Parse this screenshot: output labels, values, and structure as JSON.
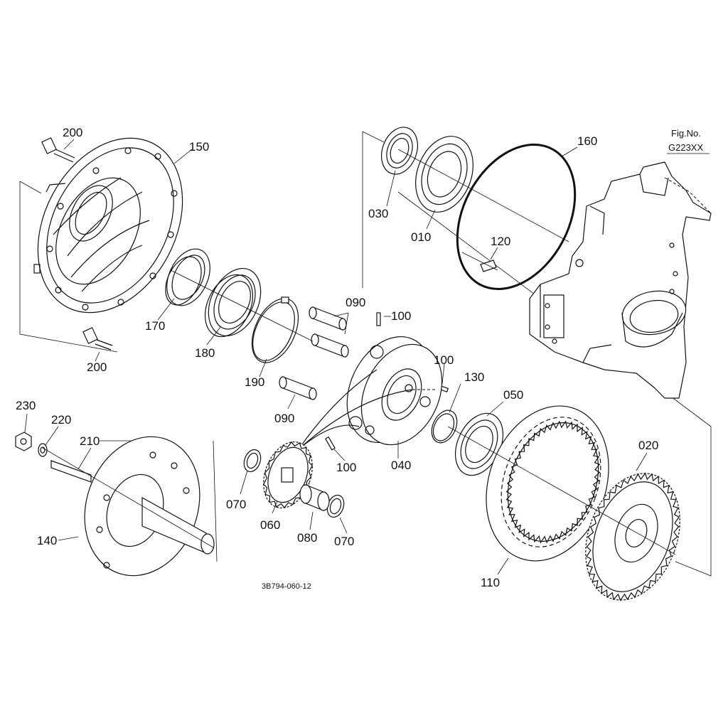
{
  "figure": {
    "fig_no_label": "Fig.No.",
    "fig_no_value": "G223XX",
    "drawing_code": "3B794-060-12"
  },
  "callouts": {
    "c200a": "200",
    "c150": "150",
    "c170": "170",
    "c180": "180",
    "c200b": "200",
    "c190": "190",
    "c090a": "090",
    "c100a": "100",
    "c100b": "100",
    "c090b": "090",
    "c130": "130",
    "c050": "050",
    "c040": "040",
    "c100c": "100",
    "c030": "030",
    "c010": "010",
    "c160": "160",
    "c120": "120",
    "c230": "230",
    "c220": "220",
    "c210": "210",
    "c140": "140",
    "c070a": "070",
    "c060": "060",
    "c080": "080",
    "c070b": "070",
    "c110": "110",
    "c020": "020"
  }
}
